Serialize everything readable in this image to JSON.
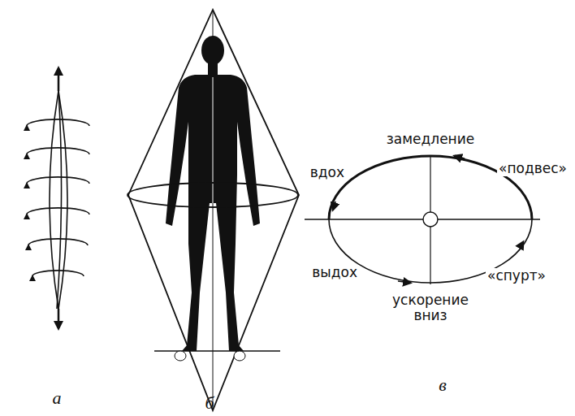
{
  "diagram": {
    "labels": [
      "а",
      "б",
      "замедление",
      "вдох",
      "«подвес»",
      "выдох",
      "ускорение вниз",
      "«спурт»",
      "в"
    ]
  }
}
